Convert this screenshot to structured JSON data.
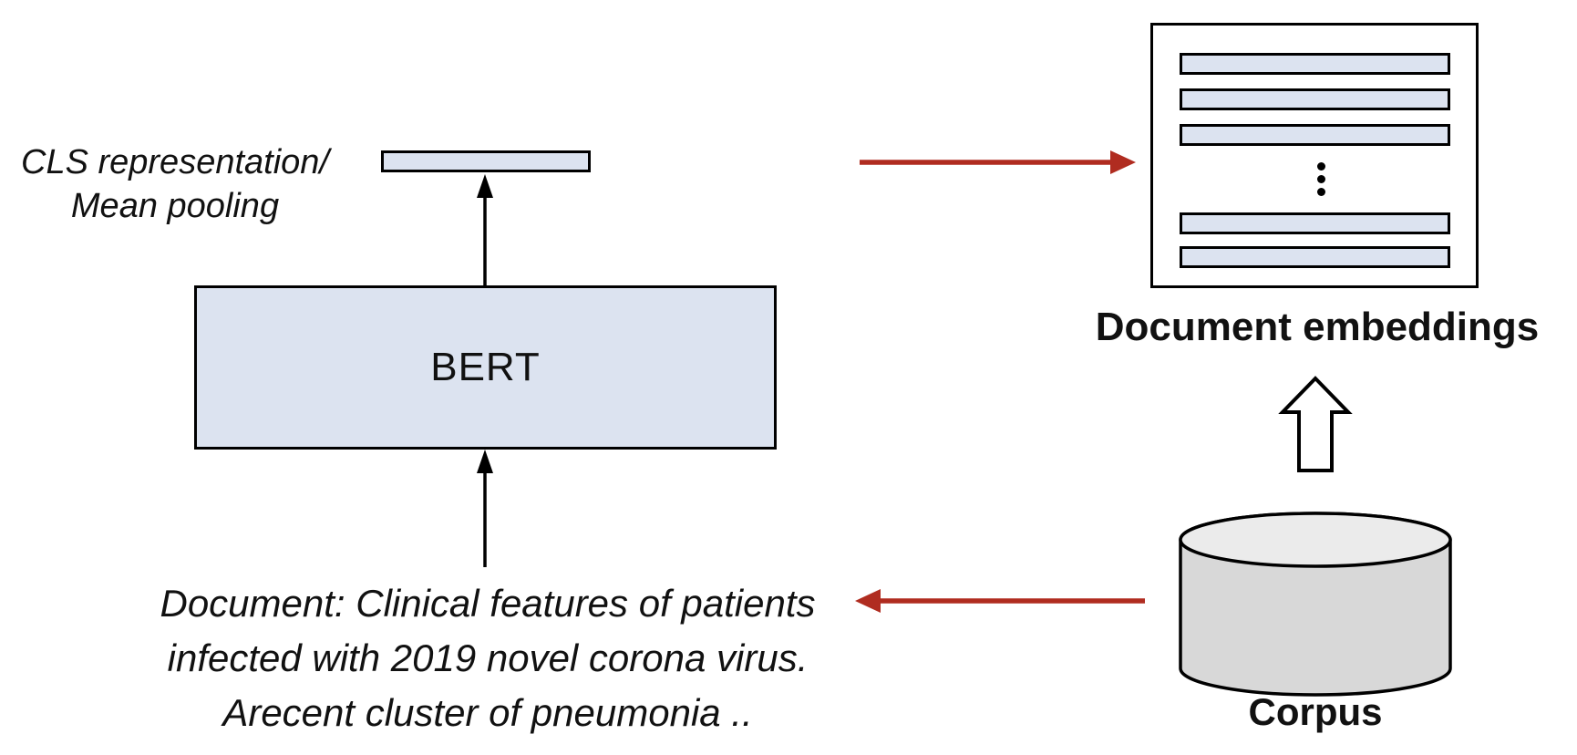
{
  "colors": {
    "accent_fill": "#dce3f0",
    "outline": "#000000",
    "arrow_red": "#b02c20",
    "cylinder_side": "#d8d8d8",
    "cylinder_top": "#ebebeb"
  },
  "left_pipeline": {
    "cls_label_line1": "CLS representation/",
    "cls_label_line2": "Mean pooling",
    "bert_label": "BERT",
    "document_line1": "Document: Clinical features of patients",
    "document_line2": "infected with 2019 novel corona virus.",
    "document_line3": "Arecent cluster of pneumonia .."
  },
  "right_pipeline": {
    "embeddings_label": "Document embeddings",
    "corpus_label": "Corpus"
  }
}
